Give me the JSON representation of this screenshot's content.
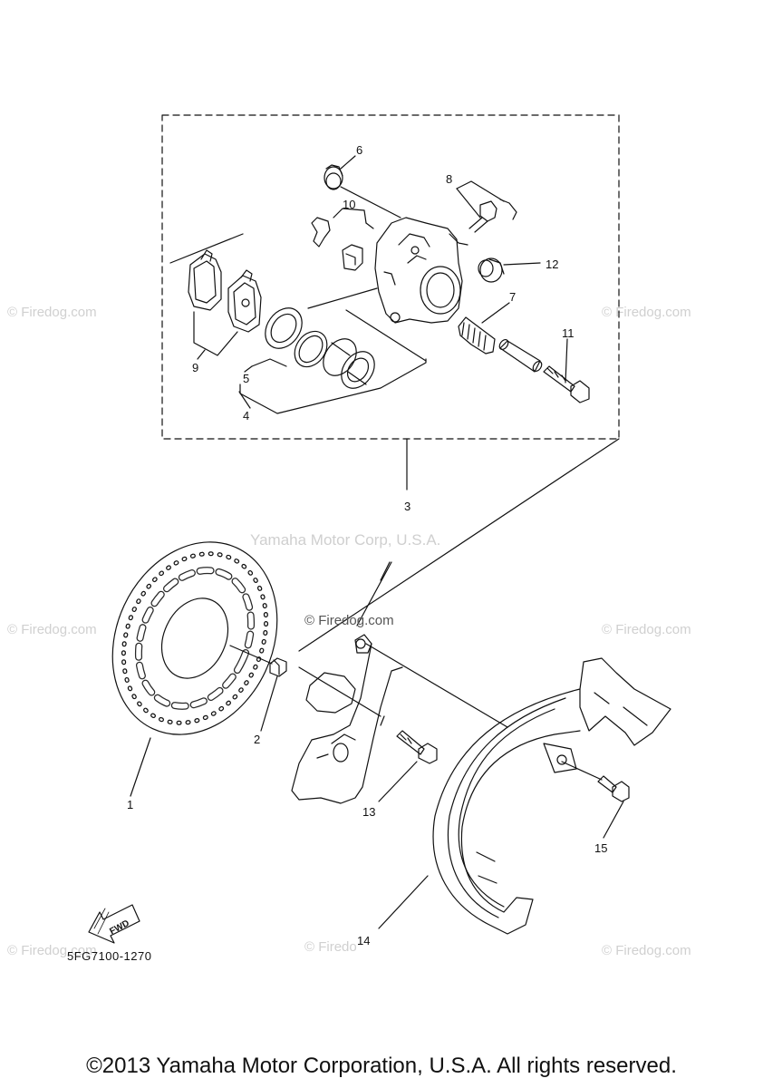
{
  "diagram": {
    "callouts": {
      "c1": "1",
      "c2": "2",
      "c3": "3",
      "c4": "4",
      "c5": "5",
      "c6": "6",
      "c7": "7",
      "c8": "8",
      "c9": "9",
      "c10": "10",
      "c11": "11",
      "c12": "12",
      "c13": "13",
      "c14": "14",
      "c15": "15"
    },
    "fwd_label": "FWD",
    "part_code": "5FG7100-1270"
  },
  "watermarks": {
    "firedog": "© Firedog.com",
    "firedog_short": "© Firedo",
    "yamaha": "Yamaha Motor Corp, U.S.A.",
    "center": "© Firedog.com"
  },
  "footer": {
    "copyright": "©2013 Yamaha Motor Corporation, U.S.A. All rights reserved."
  }
}
